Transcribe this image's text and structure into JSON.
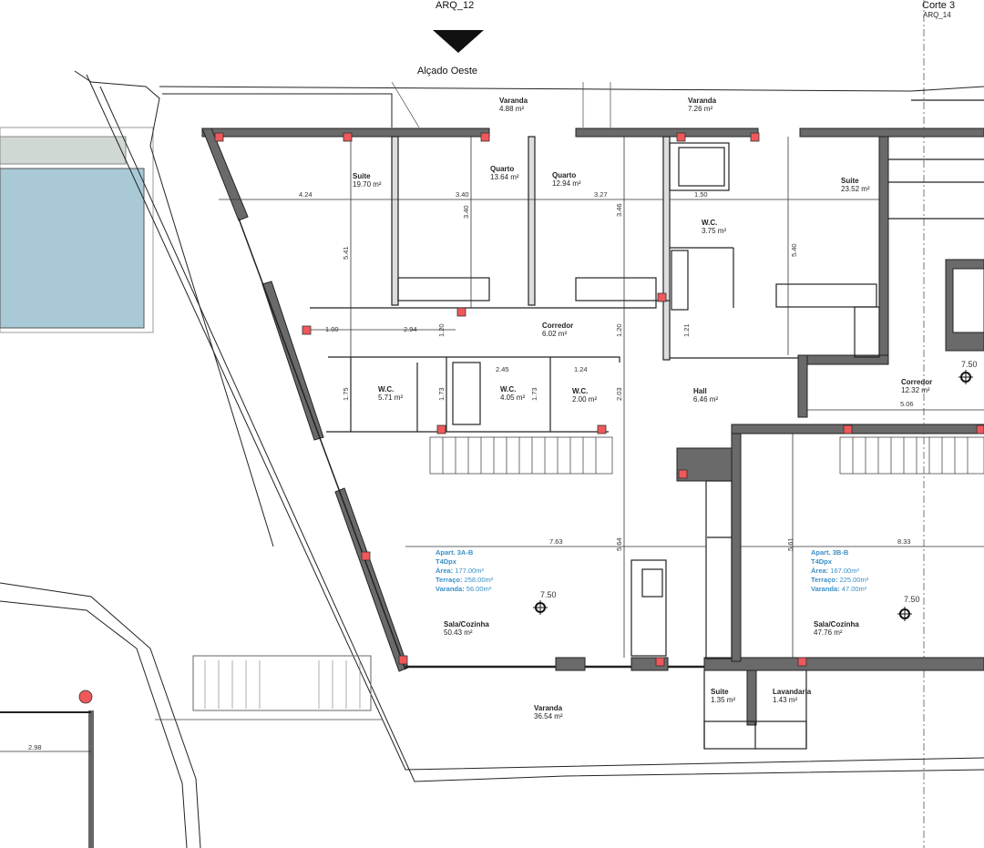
{
  "header": {
    "section_ref_left": "ARQ_12",
    "section_title_right": "Corte 3",
    "section_ref_right": "ARQ_14",
    "elevation_label": "Alçado Oeste"
  },
  "rooms": [
    {
      "name": "Varanda",
      "area": "4.88 m²"
    },
    {
      "name": "Varanda",
      "area": "7.26 m²"
    },
    {
      "name": "Suite",
      "area": "19.70 m²"
    },
    {
      "name": "Quarto",
      "area": "13.64 m²"
    },
    {
      "name": "Quarto",
      "area": "12.94 m²"
    },
    {
      "name": "W.C.",
      "area": "3.75 m²"
    },
    {
      "name": "Suite",
      "area": "23.52 m²"
    },
    {
      "name": "Corredor",
      "area": "6.02 m²"
    },
    {
      "name": "W.C.",
      "area": "5.71 m²"
    },
    {
      "name": "W.C.",
      "area": "4.05 m²"
    },
    {
      "name": "W.C.",
      "area": "2.00 m²"
    },
    {
      "name": "Hall",
      "area": "6.46 m²"
    },
    {
      "name": "Corredor",
      "area": "12.32 m²"
    },
    {
      "name": "Sala/Cozinha",
      "area": "50.43 m²"
    },
    {
      "name": "Sala/Cozinha",
      "area": "47.76 m²"
    },
    {
      "name": "Varanda",
      "area": "36.54 m²"
    },
    {
      "name": "Suite",
      "area": "1.35 m²"
    },
    {
      "name": "Lavandaria",
      "area": "1.43 m²"
    }
  ],
  "apartments": [
    {
      "name": "Apart. 3A-B",
      "type": "T4Dpx",
      "area_label": "Área:",
      "area": "177.00m²",
      "terrace_label": "Terraço:",
      "terrace": "258.00m²",
      "balcony_label": "Varanda:",
      "balcony": "56.00m²"
    },
    {
      "name": "Apart. 3B-B",
      "type": "T4Dpx",
      "area_label": "Área:",
      "area": "167.00m²",
      "terrace_label": "Terraço:",
      "terrace": "225.00m²",
      "balcony_label": "Varanda:",
      "balcony": "47.00m²"
    }
  ],
  "dimensions": [
    "4.24",
    "3.40",
    "3.27",
    "5.41",
    "3.40",
    "3.46",
    "1.50",
    "5.40",
    "1.00",
    "2.94",
    "1.20",
    "1.20",
    "1.21",
    "1.75",
    "1.73",
    "2.45",
    "1.73",
    "1.24",
    "2.03",
    "7.63",
    "5.64",
    "5.61",
    "8.33",
    "5.06",
    "2.98"
  ],
  "levels": [
    "7.50",
    "7.50",
    "7.50"
  ],
  "colors": {
    "pool": "#a9c9d6",
    "column": "#f0585a",
    "wall": "#6a6a6a",
    "annotation": "#3a8fc6"
  }
}
